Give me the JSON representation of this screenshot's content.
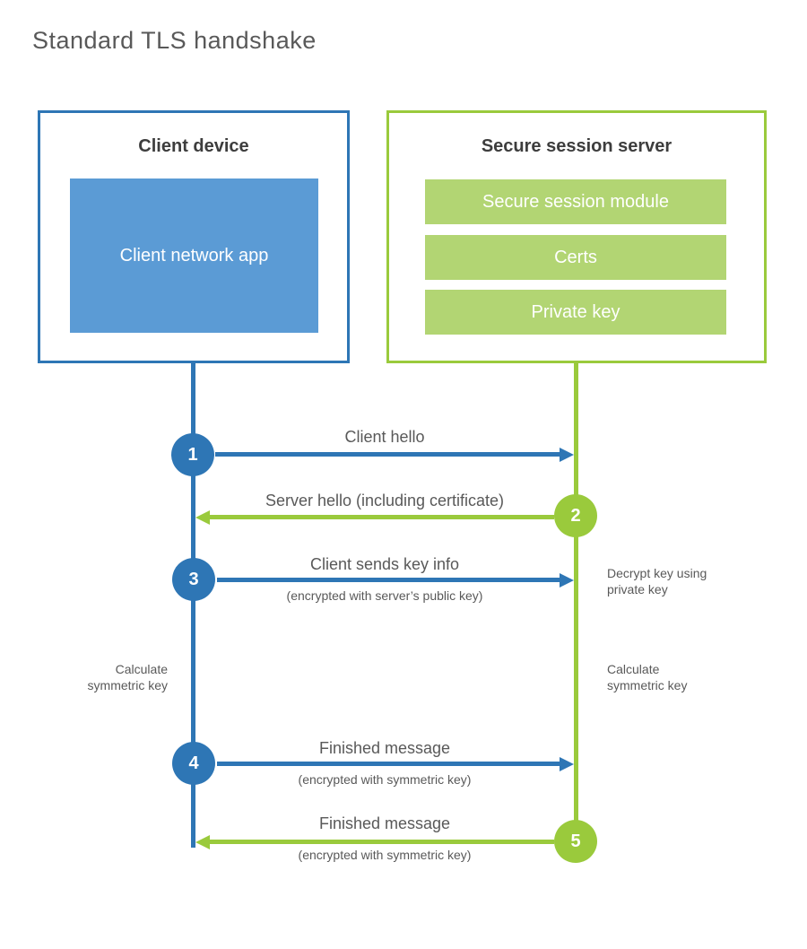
{
  "title": "Standard TLS handshake",
  "colors": {
    "blue": "#2e76b5",
    "blue_light": "#5b9bd5",
    "green": "#9aca3c",
    "green_light": "#b2d573",
    "text_dark": "#3d3d3d",
    "text_gray": "#595959"
  },
  "client": {
    "title": "Client device",
    "app_label": "Client network app"
  },
  "server": {
    "title": "Secure session server",
    "modules": [
      "Secure session module",
      "Certs",
      "Private key"
    ]
  },
  "messages": [
    {
      "step": "1",
      "from": "client",
      "to": "server",
      "label": "Client hello",
      "sublabel": ""
    },
    {
      "step": "2",
      "from": "server",
      "to": "client",
      "label": "Server hello (including certificate)",
      "sublabel": ""
    },
    {
      "step": "3",
      "from": "client",
      "to": "server",
      "label": "Client sends key info",
      "sublabel": "(encrypted with server’s public key)"
    },
    {
      "step": "4",
      "from": "client",
      "to": "server",
      "label": "Finished message",
      "sublabel": "(encrypted with symmetric key)"
    },
    {
      "step": "5",
      "from": "server",
      "to": "client",
      "label": "Finished message",
      "sublabel": "(encrypted with symmetric key)"
    }
  ],
  "side_notes": {
    "decrypt": {
      "line1": "Decrypt key using",
      "line2": "private key"
    },
    "calc_left": {
      "line1": "Calculate",
      "line2": "symmetric key"
    },
    "calc_right": {
      "line1": "Calculate",
      "line2": "symmetric key"
    }
  }
}
